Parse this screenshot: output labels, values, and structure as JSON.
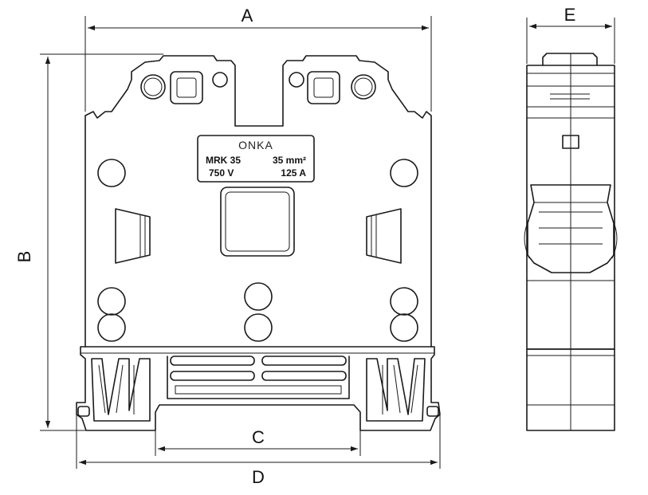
{
  "dimensions": {
    "a": "A",
    "b": "B",
    "c": "C",
    "d": "D",
    "e": "E"
  },
  "label": {
    "brand": "ONKA",
    "model": "MRK 35",
    "cross_section": "35 mm²",
    "voltage": "750 V",
    "current": "125 A"
  }
}
